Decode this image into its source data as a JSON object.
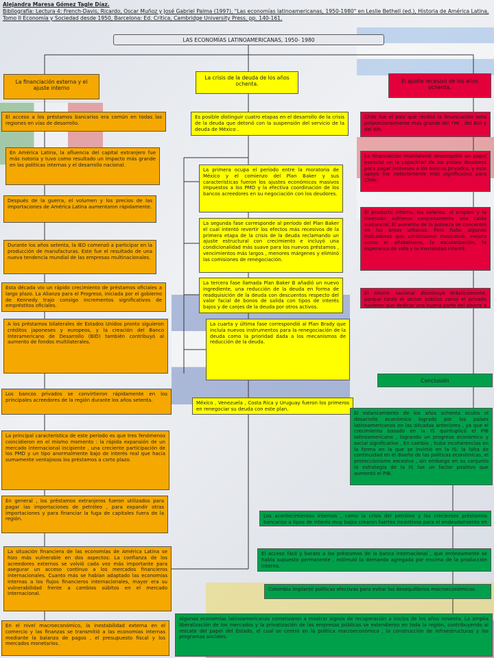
{
  "header": {
    "author": "Alejandra Maresa Gómez Tagle Díaz.",
    "bibliography": "Bibliografía: Lectura 4: French-Davis, Ricardo, Oscar Muñoz y José Gabriel Palma (1997), \"Las economías latinoamericanas, 1950-1980\" en Leslie Bethell (ed.), Historia de América Latina, Tomo II Economía y Sociedad desde 1950, Barcelona: Ed. Critica, Cambridge University Press, pp. 140-161."
  },
  "title": "LAS ECONOMÍAS LATINOAMERICANAS, 1950- 1980",
  "branches": {
    "left": "La financiación externa y el ajuste interno",
    "center": "La crisis de la deuda de los años ochenta.",
    "right": "El ajuste recesivo de los años ochenta."
  },
  "left_boxes": [
    "El acceso a los préstamos bancarios era común en todas las regiones en vías de desarrollo.",
    "En América Latina, la afluencia del capital extranjero fue más notoria y tuvo como resultado un impacto más grande en las políticas internas y el desarrollo nacional.",
    "Después de la guerra, el volumen y los precios de las importaciones de América Latina aumentaron rápidamente.",
    "Durante los años setenta, la IED comenzó a participar en la producción de manufacturas. Este fue el resultado de una nueva tendencia mundial de las empresas multinacionales.",
    "Esta década vio un rápido crecimiento de préstamos oficiales a largo plazo. La Alianza para el Progreso, iniciada por el gobierno de Kennedy trajo consigo incrementos significativos de empréstitos oficiales.",
    "A los préstamos bilaterales de Estados Unidos pronto siguieron créditos japoneses y europeos, y la creación del Banco Interamericano de Desarrollo (BID) también contribuyó al aumento de fondos multilaterales.",
    "Los bancos privados se convirtieron rápidamente en los principales acreedores de la región durante los años setenta.",
    "La principal característica de este período es que tres fenómenos coincidieron en el mismo momento : la rápida expansión de un mercado internacional incipiente , una creciente participación de los PMD y un tipo anormalmente bajo de interés real que hacía sumamente ventajosos los préstamos a corto plazo.",
    "En general , los préstamos extranjeros fueron utilizados para pagar las importaciones de petróleo , para expandir otras importaciones y para financiar la fuga de capitales fuera de la región.",
    "La situación financiera de las economías de América Latina se hizo más vulnerable en dos aspectos: La confianza de los acreedores externos se volvió cada vez más importante para asegurar un acceso continuo a los mercados financieros internacionales. Cuanto más se habían adaptado las economías internas a los flujos financieros internacionales, mayor era su vulnerabilidad frente a cambios súbitos en el mercado internacional.",
    "En el nivel macroeconómico, la inestabilidad externa en el comercio y las finanzas se transmitió a las economías internas mediante la balanza de pagos , el presupuesto fiscal y los mercados monetarios."
  ],
  "center_boxes": [
    "Es posible distinguir cuatro etapas en el desarrollo de la crisis de la deuda que detonó con la suspensión del servicio de la deuda de México .",
    "La primera ocupa el período entre la moratoria de México y el comienzo del Plan Baker y sus características fueron los ajustes económicos masivos impuestos a los PMD y la efectiva coordinación de los bancos acreedores en su negociación con los deudores.",
    "La segunda fase corresponde al período del Plan Baker el cual intentó revertir los efectos más recesivos de la primera etapa de la crisis de la deuda reclamando un ajuste estructural con crecimiento e incluyó una condicionalidad más suave para los nuevos préstamos , vencimientos más largos , menores márgenes y eliminó las comisiones de renegociación.",
    "La tercera fase llamada Plan Baker B añadió un nuevo ingrediente, una reducción de la deuda en forma de readquisición de la deuda con descuentos respecto del valor facial de bonos de salida con tipos de interés bajos y de canjes de la deuda por otros activos.",
    "La cuarta y última fase correspondió al Plan Brady que incluía nuevos instrumentos para la renegociación de la deuda como la prioridad dada a los mecanismos de reducción de la deuda.",
    "México , Venezuela , Costa Rica y Uruguay fueron los primeros en renegociar su deuda con este plan."
  ],
  "right_boxes": [
    "Chile fue el país que recibió la financiación neta proporcionalmente más grande del FMI , del BID y del BM.",
    "La financiación multilateral desempeñó un papel esencial en la capacidad de los países deudores para pagar intereses a los bancos privados, y este apoyo fue notoriamente más significativo para Chile.",
    "El producto interno, los salarios, el empleo y la inversión sufrieron conjuntamente una caída sustancial. El aumento de la pobreza se concentró en las áreas urbanas. Pero hubo algunos indicadores que continuaron mostrando mejora como el alfabetismo, la escolarización, la esperanza de vida y la mortalidad infantil.",
    "El ahorro nacional disminuyó drásticamente, porque tanto el sector público como el privado tuvieron que dedicar una buena parte del ahorro a pagar la deuda externa."
  ],
  "conclusion": {
    "label": "Conclusión",
    "text": "El estancamiento de los años ochenta oculta el desarrollo económico logrado por los países latinoamericanos en las décadas anteriores , ya que el crecimiento basado en la IS quintuplicó el PIB latinoamericano , logrando un progreso económico y social significativo . En cambio , hubo incoherencias en la forma en la que se invirtió en la IS: la falta de continuidad en el diseño de las políticas económicas, el proteccionismo excesivo , sin embargo en su conjunto la estrategia de la IS fue un factor positivo que aumentó el PIB."
  },
  "bottom_boxes": [
    "Los acontecimientos internos , como la crisis del petróleo y las crecientes préstamos bancarios a tipos de interés muy bajos crearon fuertes incentivos para el endeudamiento en el extranjero , lo cual despertó el impulso exportador.",
    "El acceso fácil y barato a los préstamos de la banca internacional , que erróneamente se había supuesto permanente , estimuló la demanda agregada por encima de la producción interna.",
    "Colombia implantó políticas efectivas para evitar los desequilibrios macroeconómicos.",
    "Algunas economías latinoamericanas comenzaron a mostrar signos de recuperación a inicios de los años noventa. La amplia liberalización de los mercados y la privatización de las empresas públicas se extendieron en toda la región, contribuyendo al rescate del papel del Estado, el cual se centró en la política macroeconómica , la construcción de infraestructuras y los programas sociales."
  ],
  "colors": {
    "orange": "#f5a800",
    "yellow": "#ffff00",
    "red": "#e3003b",
    "green": "#00a04a",
    "title_bg": "#e7e7ee"
  }
}
